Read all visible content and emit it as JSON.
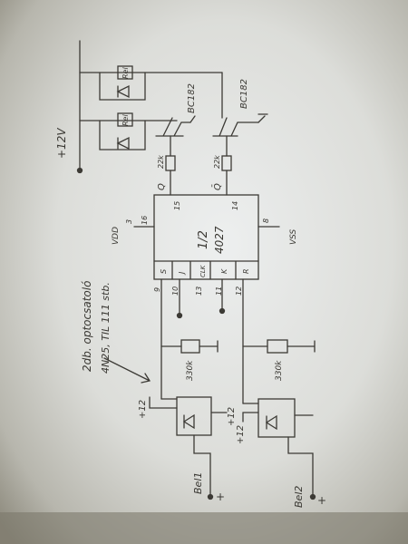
{
  "colors": {
    "paper_light": "#e8e9e7",
    "paper_dark": "#a9aaa3",
    "ink": "#3c3a35",
    "border_dark": "#6f6c60"
  },
  "diagram": {
    "ic": {
      "label_half": "1/2",
      "label_part": "4027"
    },
    "pins": {
      "q": "Q",
      "q_bar": "Q̄",
      "p15": "15",
      "p14": "14",
      "p16": "16",
      "p8": "8",
      "s": "S",
      "j": "J",
      "clk": "CLK",
      "k": "K",
      "r": "R",
      "p9": "9",
      "p10": "10",
      "p13": "13",
      "p11": "11",
      "p12": "12"
    },
    "supply": {
      "vdd": "VDD",
      "vss": "VSS",
      "vdd_num": "3"
    },
    "transistors": {
      "t1": "BC182",
      "t2": "BC182"
    },
    "resistors": {
      "r_base1": "22k",
      "r_base2": "22k",
      "r_pd1": "330k",
      "r_pd2": "330k"
    },
    "relays": {
      "rel1": "Rel",
      "rel2": "Rel"
    },
    "supply_rail": "+12V",
    "sensors": {
      "plus12_a": "+12",
      "plus12_b": "+12",
      "plus12_c": "+12",
      "bel1": "Bel1",
      "bel2": "Bel2",
      "plus_a": "+",
      "plus_b": "+"
    },
    "note": {
      "line1": "2db. optocsatoló",
      "line2": "4N25, TIL 111 stb."
    }
  }
}
